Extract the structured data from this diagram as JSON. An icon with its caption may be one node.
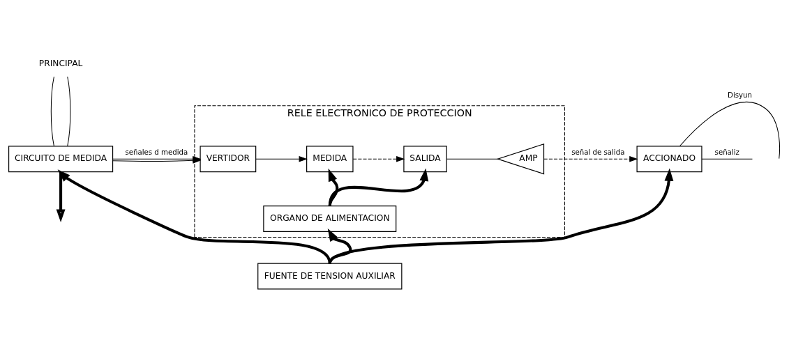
{
  "diagram": {
    "nodes": [
      {
        "text": [
          "PRINCIPAL"
        ]
      },
      {
        "text": [
          "RELE ELECTRONICO DE PROTECCION"
        ]
      },
      {
        "text": [
          "CIRCUITO DE MEDIDA"
        ]
      },
      {
        "text": [
          "VERTIDOR"
        ],
        "in": 1
      },
      {
        "text": [
          "MEDIDA"
        ],
        "in": 1
      },
      {
        "text": [
          "SALIDA"
        ],
        "in": 1
      },
      {
        "text": [
          "AMP"
        ],
        "in": 1
      },
      {
        "text": [
          "ACCIONADO"
        ]
      },
      {
        "text": [
          "ORGANO DE ALIMENTACION"
        ],
        "in": 1
      },
      {
        "text": [
          "FUENTE DE TENSION AUXILIAR"
        ]
      }
    ],
    "edges": [
      {
        "from": 0,
        "to": 2,
        "arrow": "none"
      },
      {
        "from": 0,
        "to": 2,
        "arrow": "none"
      },
      {
        "from": 2,
        "to": null,
        "arrow": "to",
        "style": "thick"
      },
      {
        "from": 2,
        "to": 3,
        "arrow": "to",
        "label": "señales d medida"
      },
      {
        "from": 2,
        "to": 3,
        "arrow": "to"
      },
      {
        "from": 3,
        "to": 4,
        "arrow": "to"
      },
      {
        "from": 4,
        "to": 5,
        "arrow": "to",
        "style": "dashed"
      },
      {
        "from": 5,
        "to": 6,
        "arrow": "none"
      },
      {
        "from": 6,
        "to": 7,
        "arrow": "to",
        "style": "dashed",
        "label": "señal de salida"
      },
      {
        "from": 7,
        "to": null,
        "arrow": "none",
        "label": "Disyun"
      },
      {
        "from": 7,
        "to": null,
        "arrow": "none",
        "label": "señaliz"
      },
      {
        "from": 8,
        "to": 4,
        "arrow": "to",
        "style": "thick"
      },
      {
        "from": 8,
        "to": 5,
        "arrow": "to",
        "style": "thick"
      },
      {
        "from": 9,
        "to": 8,
        "arrow": "to",
        "style": "thick"
      },
      {
        "from": 9,
        "to": 2,
        "arrow": "to",
        "style": "thick"
      },
      {
        "from": 9,
        "to": 7,
        "arrow": "to",
        "style": "thick"
      }
    ]
  }
}
